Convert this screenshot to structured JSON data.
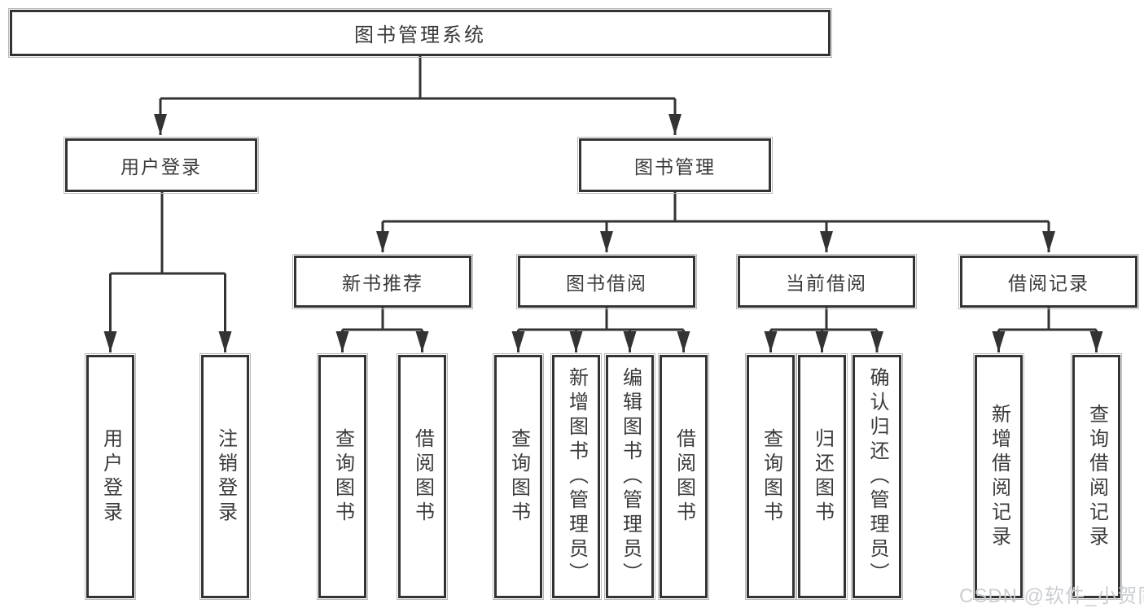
{
  "diagram": {
    "root": {
      "label": "图书管理系统"
    },
    "branches": [
      {
        "label": "用户登录",
        "children": [
          {
            "label": "用户登录"
          },
          {
            "label": "注销登录"
          }
        ]
      },
      {
        "label": "图书管理",
        "children": [
          {
            "label": "新书推荐",
            "children": [
              {
                "label": "查询图书"
              },
              {
                "label": "借阅图书"
              }
            ]
          },
          {
            "label": "图书借阅",
            "children": [
              {
                "label": "查询图书"
              },
              {
                "label": "新增图书（管理员）"
              },
              {
                "label": "编辑图书（管理员）"
              },
              {
                "label": "借阅图书"
              }
            ]
          },
          {
            "label": "当前借阅",
            "children": [
              {
                "label": "查询图书"
              },
              {
                "label": "归还图书"
              },
              {
                "label": "确认归还（管理员）"
              }
            ]
          },
          {
            "label": "借阅记录",
            "children": [
              {
                "label": "新增借阅记录"
              },
              {
                "label": "查询借阅记录"
              }
            ]
          }
        ]
      }
    ]
  },
  "watermark": {
    "text": "CSDN @软件_小贺同学"
  },
  "colors": {
    "line": "#333333",
    "text": "#3a3a3a",
    "background": "#ffffff",
    "watermark": "#c9ccd1"
  }
}
